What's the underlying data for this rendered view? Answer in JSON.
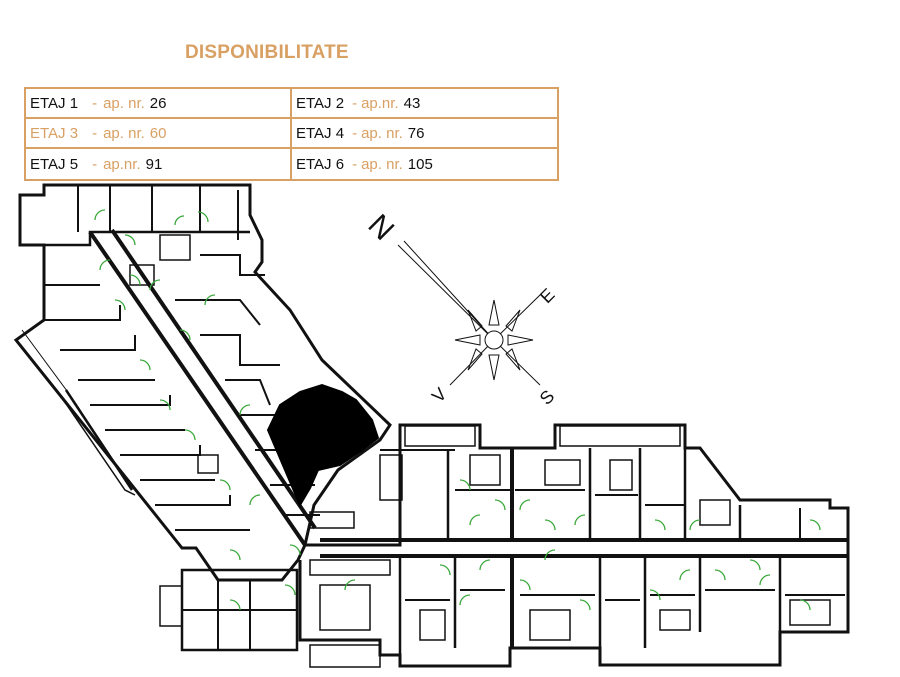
{
  "title": "DISPONIBILITATE",
  "levels": [
    {
      "level": "ETAJ 1",
      "sep": "-",
      "ap_label": "ap. nr.",
      "number": "26",
      "status": "available"
    },
    {
      "level": "ETAJ 2",
      "sep": "-",
      "ap_label": "ap.nr.",
      "number": "43",
      "status": "available"
    },
    {
      "level": "ETAJ 3",
      "sep": "-",
      "ap_label": "ap. nr.",
      "number": "60",
      "status": "sold"
    },
    {
      "level": "ETAJ 4",
      "sep": "-",
      "ap_label": "ap. nr.",
      "number": "76",
      "status": "available"
    },
    {
      "level": "ETAJ 5",
      "sep": "-",
      "ap_label": "ap.nr.",
      "number": "91",
      "status": "available"
    },
    {
      "level": "ETAJ 6",
      "sep": "-",
      "ap_label": "ap. nr.",
      "number": "105",
      "status": "available"
    }
  ],
  "compass": {
    "north": "N",
    "east": "E",
    "south": "S",
    "west": "V"
  },
  "colors": {
    "accent": "#d9a064",
    "text": "#111111",
    "door_swing": "#3aa83a",
    "highlight_unit": "#000000"
  }
}
